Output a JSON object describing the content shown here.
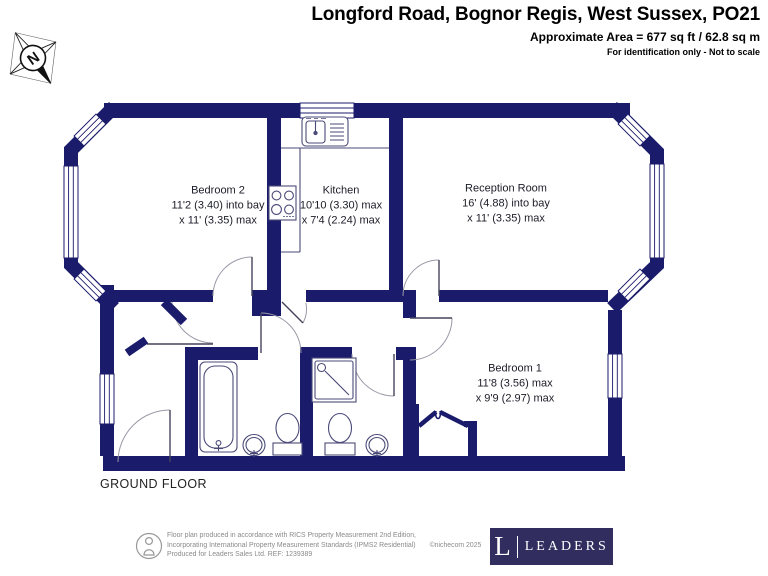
{
  "header": {
    "title": "Longford Road, Bognor Regis, West Sussex, PO21",
    "area_line": "Approximate Area = 677 sq ft / 62.8 sq m",
    "disclaimer": "For identification only - Not to scale"
  },
  "compass": {
    "label": "N"
  },
  "floor": {
    "label": "GROUND FLOOR"
  },
  "rooms": [
    {
      "name": "Bedroom 2",
      "dim1": "11'2 (3.40) into bay",
      "dim2": "x 11' (3.35) max"
    },
    {
      "name": "Kitchen",
      "dim1": "10'10 (3.30) max",
      "dim2": "x 7'4 (2.24) max"
    },
    {
      "name": "Reception Room",
      "dim1": "16' (4.88) into bay",
      "dim2": "x 11' (3.35) max"
    },
    {
      "name": "Bedroom 1",
      "dim1": "11'8 (3.56) max",
      "dim2": "x 9'9 (2.97) max"
    }
  ],
  "footer": {
    "line1": "Floor plan produced in accordance with RICS Property Measurement 2nd Edition,",
    "line2": "Incorporating International Property Measurement Standards (IPMS2 Residential)",
    "copyright": "©nichecom 2025",
    "line3": "Produced for Leaders Sales Ltd.   REF: 1239389",
    "logo_letter": "L",
    "logo_name": "LEADERS"
  },
  "colors": {
    "wall": "#1b1b6b",
    "fixture_line": "#4a4a78",
    "arc_line": "#9a9aa8",
    "logo_bg": "#312d5e"
  }
}
